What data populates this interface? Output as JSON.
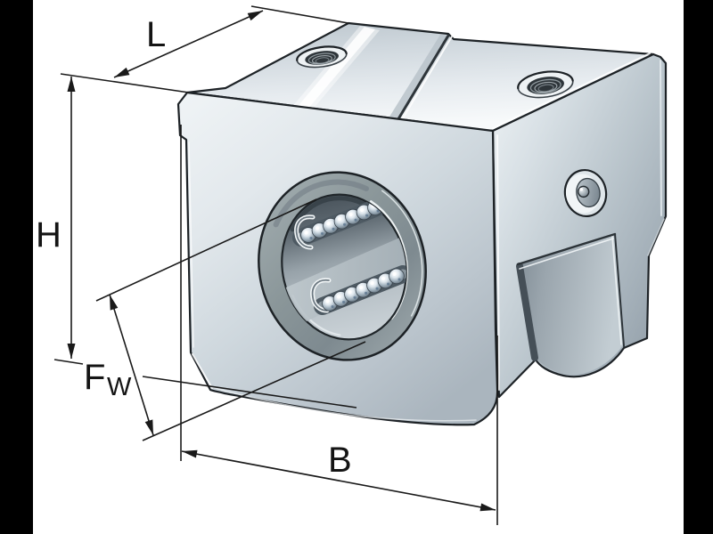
{
  "scene": {
    "description": "Isometric catalog illustration of a closed linear ball bearing and housing unit with dimension annotations",
    "background_color": "#ffffff",
    "pillarbox_color": "#000000"
  },
  "dimension_labels": {
    "depth": "L",
    "height": "H",
    "bore_main": "F",
    "bore_subscript": "W",
    "width": "B"
  },
  "annotation_style": {
    "line_color": "#1a1a1a"
  },
  "material_colors": {
    "outline": "#1d2226",
    "metal_bright": "#f2f5f7",
    "metal_mid": "#c8d1d8",
    "metal_dark": "#97a3ac",
    "bearing_ring": "#8a969a",
    "cavity": "#49535b",
    "groove": "#2e353a"
  }
}
